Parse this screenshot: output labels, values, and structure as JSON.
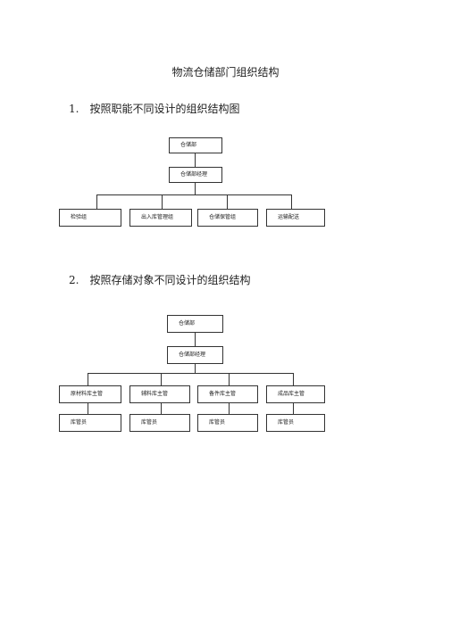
{
  "title": "物流仓储部门组织结构",
  "section1": {
    "heading": "1.　按照职能不同设计的组织结构图",
    "top": "仓储部",
    "manager": "仓储部经理",
    "units": [
      "检验组",
      "出入库管理组",
      "仓储保管组",
      "运输配送"
    ]
  },
  "section2": {
    "heading": "2.　按照存储对象不同设计的组织结构",
    "top": "仓储部",
    "manager": "仓储部经理",
    "supervisors": [
      "原材料库主管",
      "辅料库主管",
      "备件库主管",
      "成品库主管"
    ],
    "clerks": [
      "库管员",
      "库管员",
      "库管员",
      "库管员"
    ]
  }
}
